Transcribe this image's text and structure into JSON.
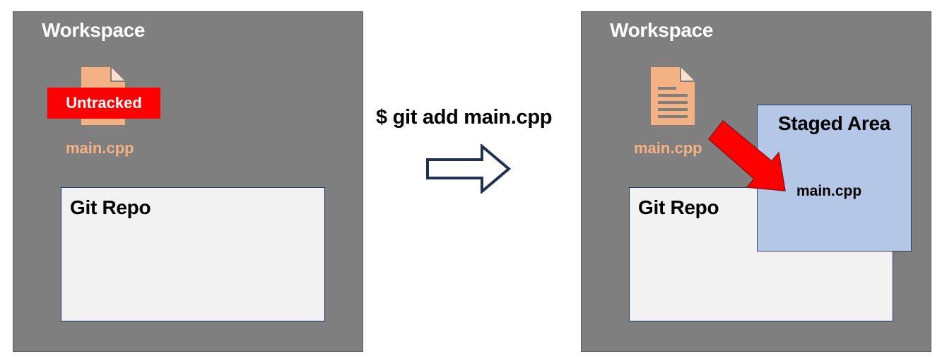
{
  "left_panel": {
    "title": "Workspace",
    "file_label": "main.cpp",
    "badge": "Untracked",
    "repo_title": "Git Repo"
  },
  "command": "$ git add main.cpp",
  "right_panel": {
    "title": "Workspace",
    "file_label": "main.cpp",
    "repo_title": "Git Repo",
    "staged_area": {
      "title": "Staged Area",
      "file_label": "main.cpp"
    }
  },
  "colors": {
    "workspace_bg": "#7f7f7f",
    "file_accent": "#f4b183",
    "badge_bg": "#ff0000",
    "repo_bg": "#f2f2f2",
    "staged_bg": "#b4c7e7",
    "arrow_outline": "#1f3050",
    "stage_arrow": "#ff0000"
  },
  "icons": [
    "document-icon",
    "transition-arrow-icon",
    "stage-arrow-icon"
  ]
}
